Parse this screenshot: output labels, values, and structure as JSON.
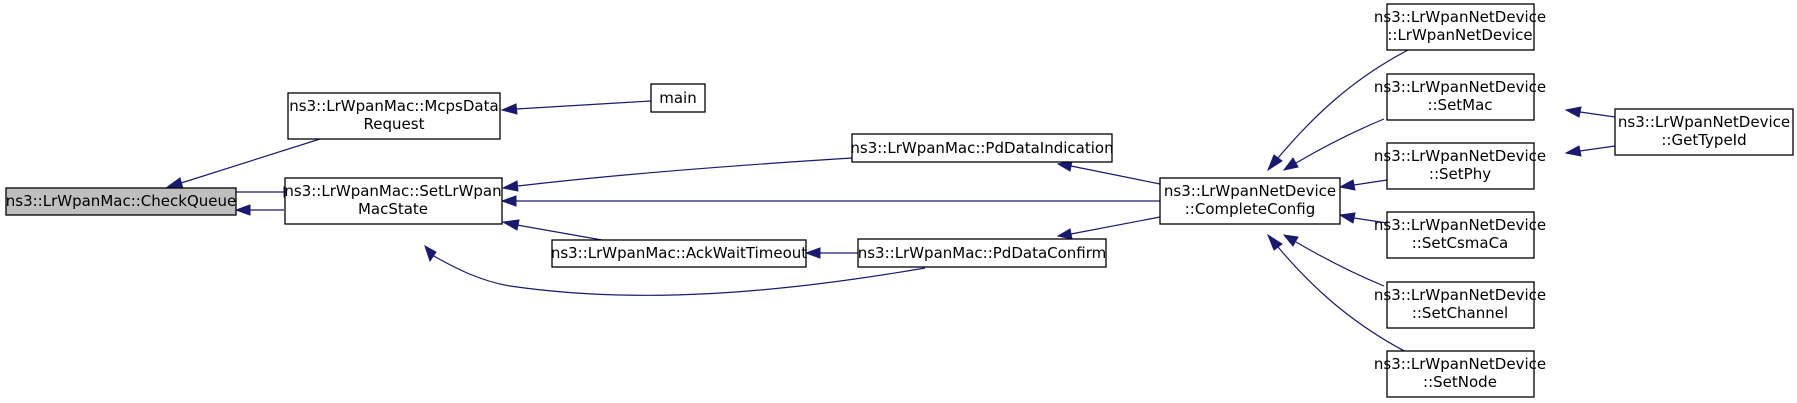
{
  "diagram": {
    "colors": {
      "edge": "#191970",
      "current_node_fill": "#bfbfbf",
      "node_fill": "#ffffff"
    },
    "nodes": {
      "check_queue": {
        "lines": [
          "ns3::LrWpanMac::CheckQueue"
        ]
      },
      "mcps_data_request": {
        "lines": [
          "ns3::LrWpanMac::McpsData",
          "Request"
        ]
      },
      "set_lrwpan_mac_state": {
        "lines": [
          "ns3::LrWpanMac::SetLrWpan",
          "MacState"
        ]
      },
      "main": {
        "lines": [
          "main"
        ]
      },
      "ack_wait_timeout": {
        "lines": [
          "ns3::LrWpanMac::AckWaitTimeout"
        ]
      },
      "pd_data_indication": {
        "lines": [
          "ns3::LrWpanMac::PdDataIndication"
        ]
      },
      "pd_data_confirm": {
        "lines": [
          "ns3::LrWpanMac::PdDataConfirm"
        ]
      },
      "complete_config": {
        "lines": [
          "ns3::LrWpanNetDevice",
          "::CompleteConfig"
        ]
      },
      "lrwpan_net_device": {
        "lines": [
          "ns3::LrWpanNetDevice",
          "::LrWpanNetDevice"
        ]
      },
      "set_mac": {
        "lines": [
          "ns3::LrWpanNetDevice",
          "::SetMac"
        ]
      },
      "set_phy": {
        "lines": [
          "ns3::LrWpanNetDevice",
          "::SetPhy"
        ]
      },
      "set_csma_ca": {
        "lines": [
          "ns3::LrWpanNetDevice",
          "::SetCsmaCa"
        ]
      },
      "set_channel": {
        "lines": [
          "ns3::LrWpanNetDevice",
          "::SetChannel"
        ]
      },
      "set_node": {
        "lines": [
          "ns3::LrWpanNetDevice",
          "::SetNode"
        ]
      },
      "get_type_id": {
        "lines": [
          "ns3::LrWpanNetDevice",
          "::GetTypeId"
        ]
      }
    }
  }
}
